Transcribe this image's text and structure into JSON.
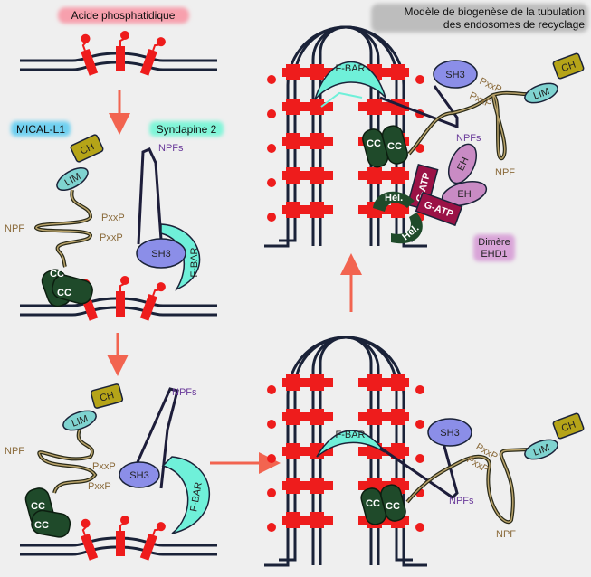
{
  "titles": {
    "phosphatidic_acid": "Acide phosphatidique",
    "model_line1": "Modèle de biogenèse de la tubulation",
    "model_line2": "des endosomes de recyclage"
  },
  "proteins": {
    "mical": "MICAL-L1",
    "syndapin": "Syndapine 2",
    "ehd1_line1": "Dimère",
    "ehd1_line2": "EHD1"
  },
  "domains": {
    "ch": "CH",
    "lim": "LIM",
    "npf": "NPF",
    "npfs": "NPFs",
    "pxxp": "PxxP",
    "cc": "CC",
    "sh3": "SH3",
    "fbar": "F-BAR",
    "eh": "EH",
    "gatp": "G-ATP",
    "hel": "Hél."
  },
  "colors": {
    "lipid": "#ee1c1c",
    "membrane": "#1a2238",
    "ch": "#b5a418",
    "lim": "#7fd3d0",
    "cc": "#1f4a2a",
    "sh3": "#8b8ee8",
    "fbar": "#6ff0d9",
    "eh": "#c98bc4",
    "gatp": "#9b1246",
    "arrow": "#f26450",
    "pxxp_text": "#8a6a3a",
    "npfs_text": "#6a3a9a"
  }
}
